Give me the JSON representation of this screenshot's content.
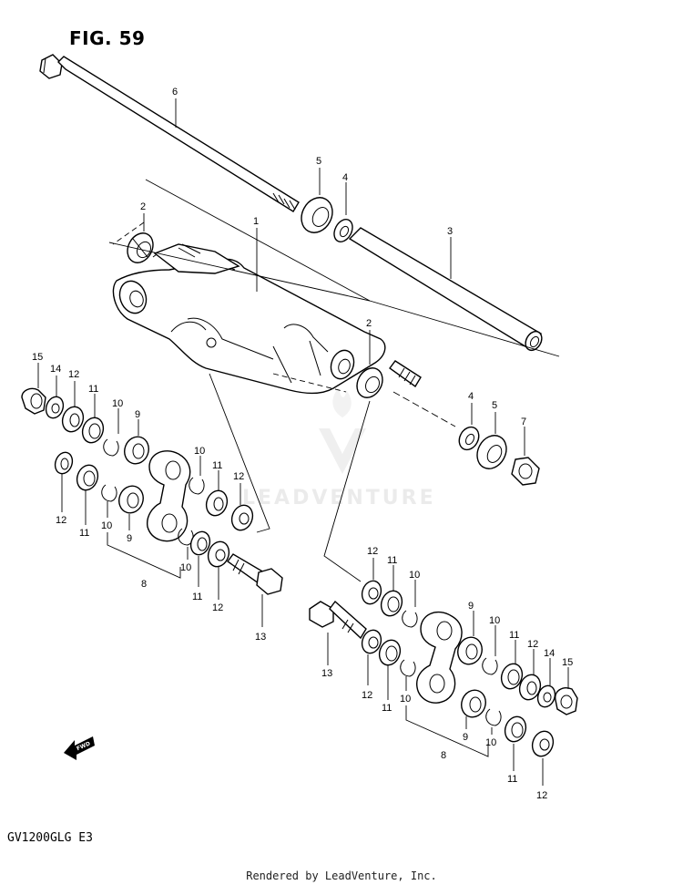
{
  "figure_title": "FIG. 59",
  "model_code": "GV1200GLG E3",
  "footer": "Rendered by LeadVenture, Inc.",
  "watermark": "LEADVENTURE",
  "fwd_label": "FWD",
  "callouts": {
    "c6": "6",
    "c5a": "5",
    "c4a": "4",
    "c3": "3",
    "c2a": "2",
    "c1": "1",
    "c2b": "2",
    "c4b": "4",
    "c5b": "5",
    "c7": "7",
    "l15": "15",
    "l14": "14",
    "l12a": "12",
    "l11a": "11",
    "l10a": "10",
    "l9a": "9",
    "l10b": "10",
    "l11b": "11",
    "l12b": "12",
    "l12c": "12",
    "l11c": "11",
    "l10c": "10",
    "l9b": "9",
    "l8": "8",
    "l10d": "10",
    "l11d": "11",
    "l12d": "12",
    "l13": "13",
    "r12a": "12",
    "r11a": "11",
    "r10a": "10",
    "r9a": "9",
    "r10b": "10",
    "r11b": "11",
    "r12b": "12",
    "r14": "14",
    "r15": "15",
    "r13": "13",
    "r12c": "12",
    "r11c": "11",
    "r10c": "10",
    "r9b": "9",
    "r8": "8",
    "r10d": "10",
    "r11d": "11",
    "r12d": "12"
  }
}
